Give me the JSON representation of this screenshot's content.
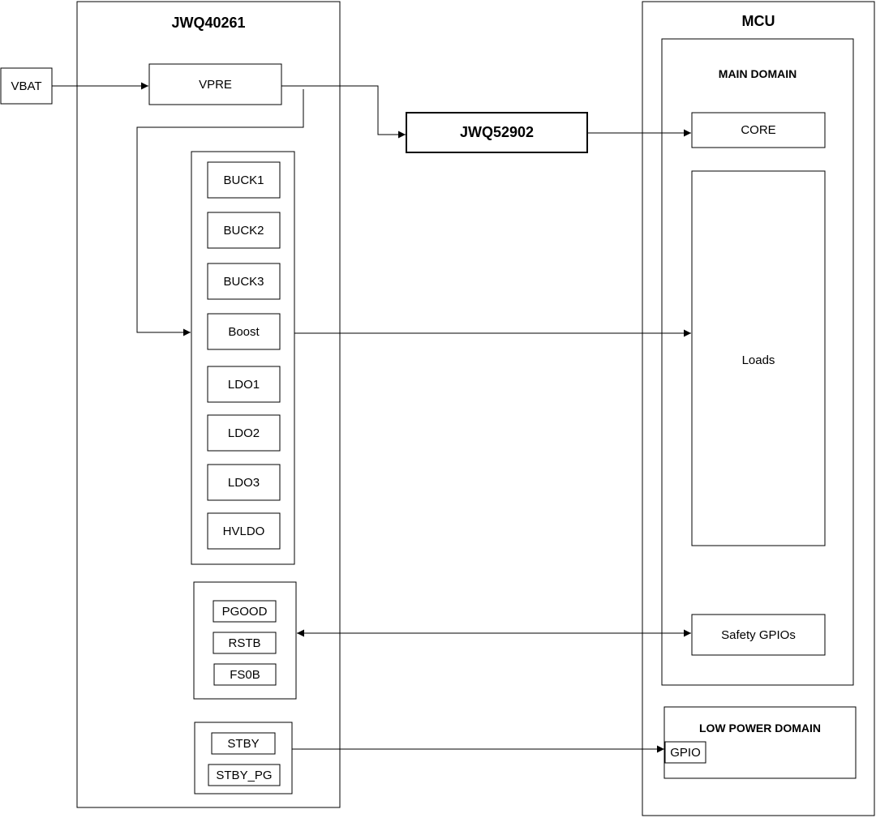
{
  "pmic": {
    "title": "JWQ40261",
    "vpre": "VPRE",
    "regulators": [
      "BUCK1",
      "BUCK2",
      "BUCK3",
      "Boost",
      "LDO1",
      "LDO2",
      "LDO3",
      "HVLDO"
    ],
    "safety_pins": [
      "PGOOD",
      "RSTB",
      "FS0B"
    ],
    "standby_pins": [
      "STBY",
      "STBY_PG"
    ]
  },
  "input": {
    "label": "VBAT"
  },
  "core_regulator": {
    "label": "JWQ52902"
  },
  "mcu": {
    "title": "MCU",
    "main_domain": {
      "title": "MAIN DOMAIN",
      "core": "CORE",
      "loads": "Loads",
      "safety_gpios": "Safety GPIOs"
    },
    "low_power_domain": {
      "title": "LOW POWER DOMAIN",
      "gpio": "GPIO"
    }
  }
}
